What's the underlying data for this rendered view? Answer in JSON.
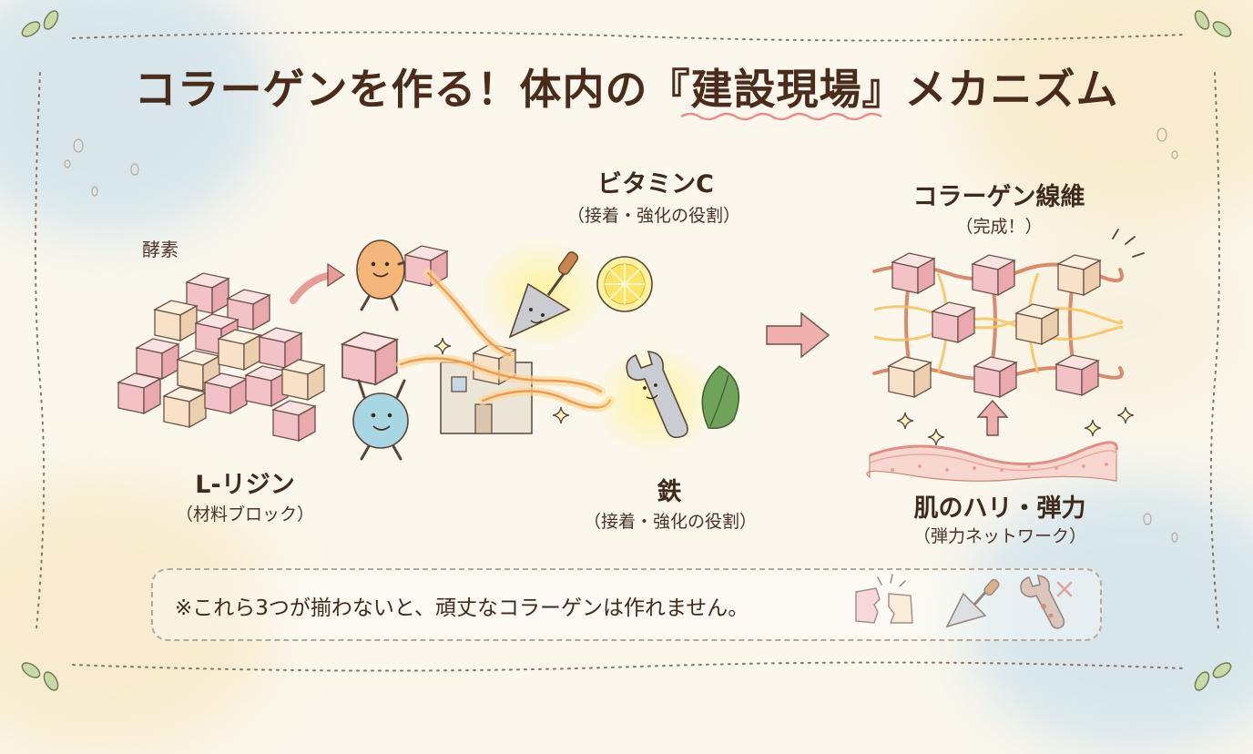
{
  "title": "コラーゲンを作る！体内の『建設現場』メカニズム",
  "left": {
    "enzyme_label": "酵素",
    "main_label": "L-リジン",
    "sub_label": "（材料ブロック）"
  },
  "vitamin_c": {
    "main_label": "ビタミンC",
    "sub_label": "（接着・強化の役割）"
  },
  "iron": {
    "main_label": "鉄",
    "sub_label": "（接着・強化の役割）"
  },
  "fiber": {
    "main_label": "コラーゲン線維",
    "sub_label": "（完成！）"
  },
  "skin": {
    "main_label": "肌のハリ・弾力",
    "sub_label": "（弾力ネットワーク）"
  },
  "note": "※これら3つが揃わないと、頑丈なコラーゲンは作れません。",
  "colors": {
    "block_pink": "#f3c2c6",
    "block_cream": "#f7e2c8",
    "glow": "#f8b25a",
    "arrow": "#eea8a5",
    "ink": "#4a3427"
  },
  "icons": [
    "broken-block-icon",
    "trowel-icon",
    "broken-wrench-icon"
  ]
}
